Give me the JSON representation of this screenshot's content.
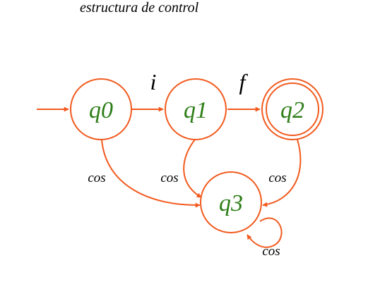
{
  "caption": "estructura de control",
  "colors": {
    "edge": "#F25A1E",
    "state_text": "#2E7E18",
    "label_text": "#000000",
    "background": "#FFFFFF"
  },
  "states": {
    "q0": {
      "label": "q0",
      "initial": true,
      "accepting": false
    },
    "q1": {
      "label": "q1",
      "initial": false,
      "accepting": false
    },
    "q2": {
      "label": "q2",
      "initial": false,
      "accepting": true
    },
    "q3": {
      "label": "q3",
      "initial": false,
      "accepting": false
    }
  },
  "transitions": {
    "q0_q1": {
      "from": "q0",
      "to": "q1",
      "label": "i"
    },
    "q1_q2": {
      "from": "q1",
      "to": "q2",
      "label": "f"
    },
    "q0_q3": {
      "from": "q0",
      "to": "q3",
      "label": "cos"
    },
    "q1_q3": {
      "from": "q1",
      "to": "q3",
      "label": "cos"
    },
    "q2_q3": {
      "from": "q2",
      "to": "q3",
      "label": "cos"
    },
    "q3_q3": {
      "from": "q3",
      "to": "q3",
      "label": "cos"
    }
  }
}
